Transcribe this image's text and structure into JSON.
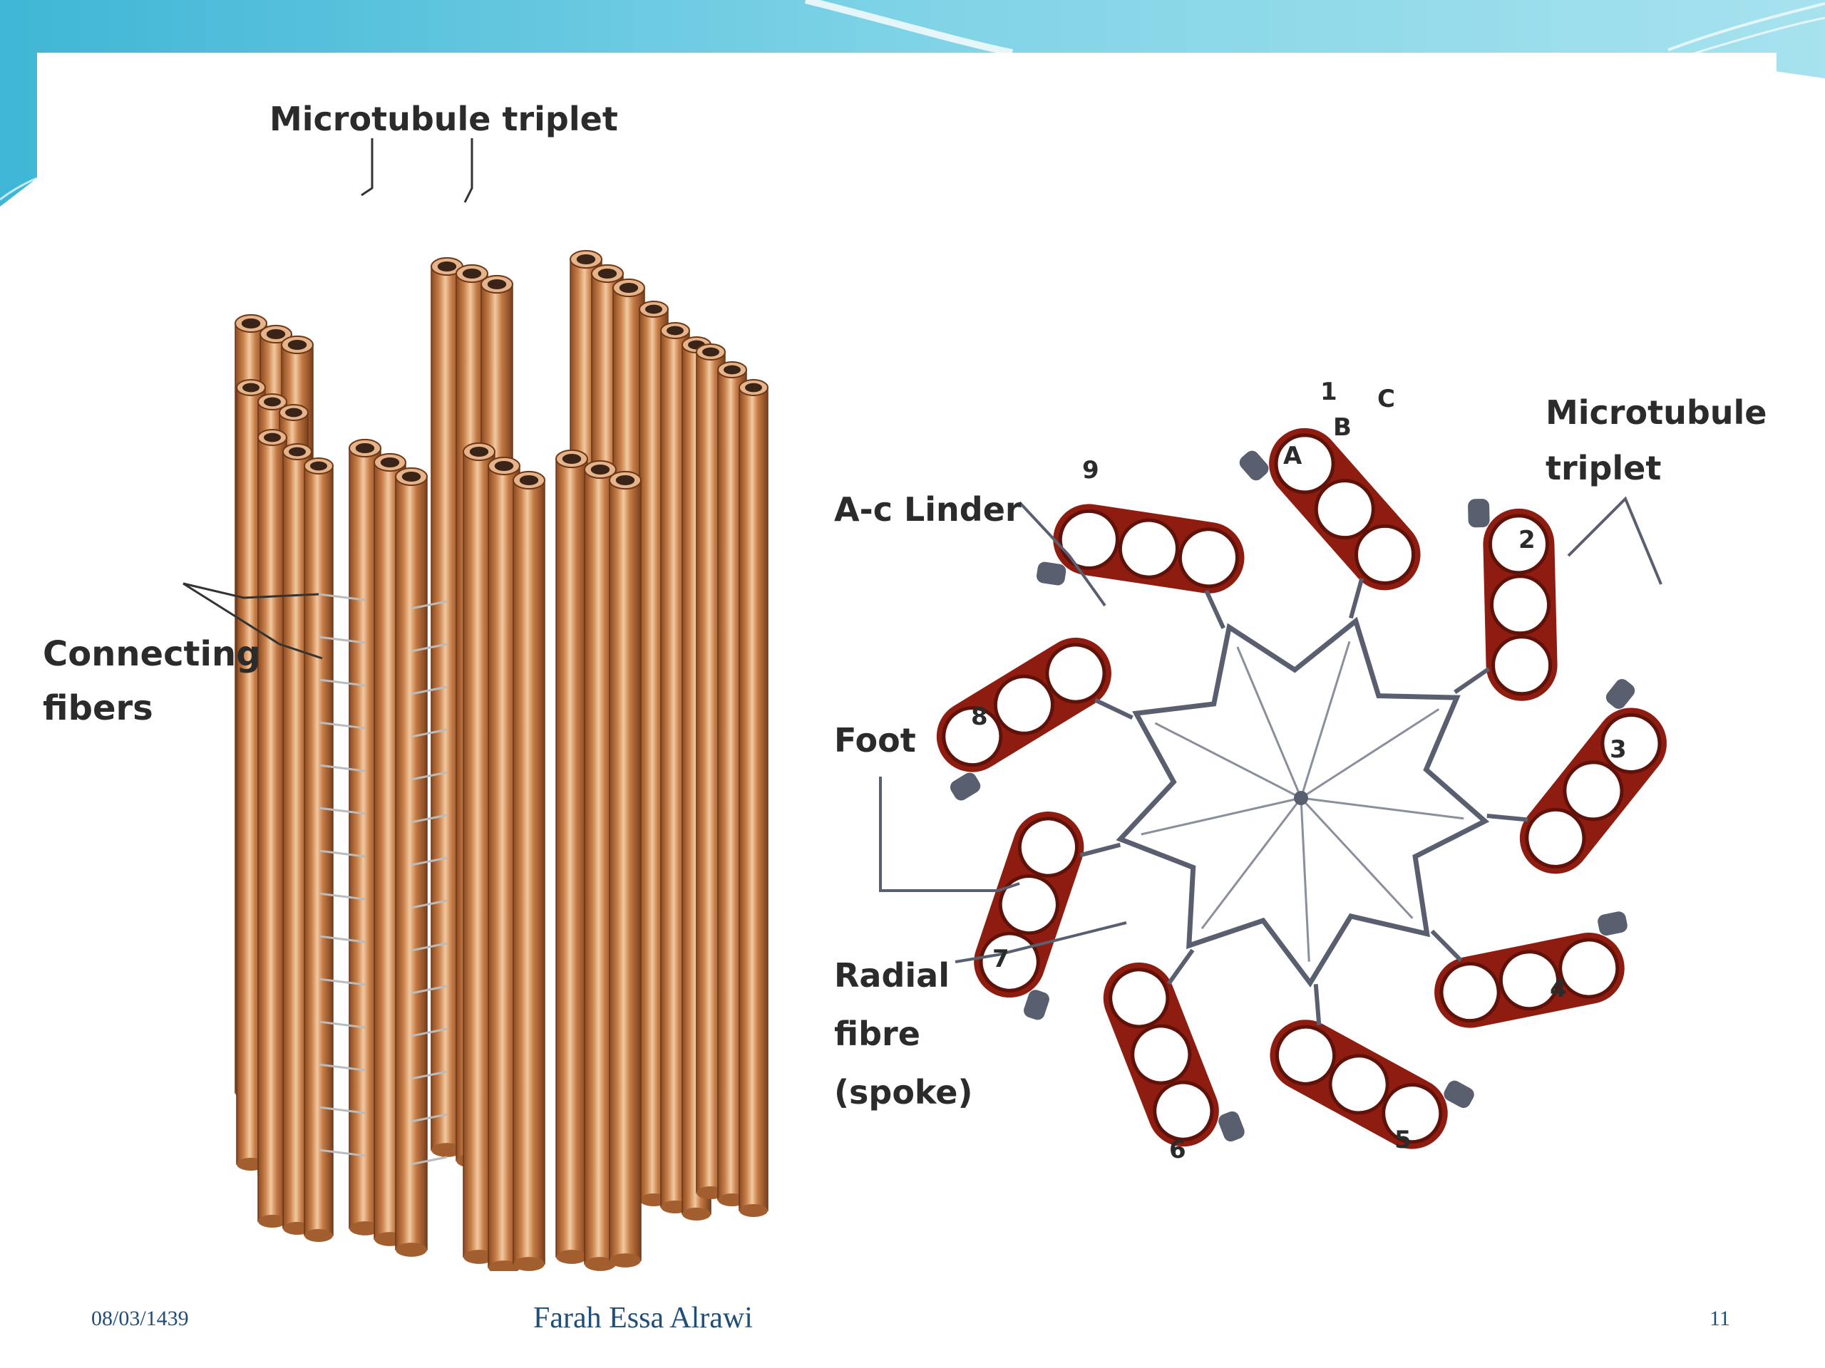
{
  "left_diagram": {
    "label_triplet": "Microtubule triplet",
    "label_connecting": "Connecting\nfibers"
  },
  "right_diagram": {
    "label_triplet": "Microtubule\ntriplet",
    "label_ac_linker": "A-c Linder",
    "label_foot": "Foot",
    "label_radial": "Radial\nfibre\n(spoke)",
    "subunit_labels": [
      "A",
      "B",
      "C"
    ],
    "triplet_numbers": [
      "1",
      "2",
      "3",
      "4",
      "5",
      "6",
      "7",
      "8",
      "9"
    ]
  },
  "footer": {
    "date": "08/03/1439",
    "author": "Farah Essa Alrawi",
    "page": "11"
  },
  "colors": {
    "tube_copper": "#c47a45",
    "triplet_red": "#8e1c10",
    "linker_gray": "#5a5f70",
    "footer_text": "#1f4e79",
    "slide_accent": "#4fc3d9"
  }
}
